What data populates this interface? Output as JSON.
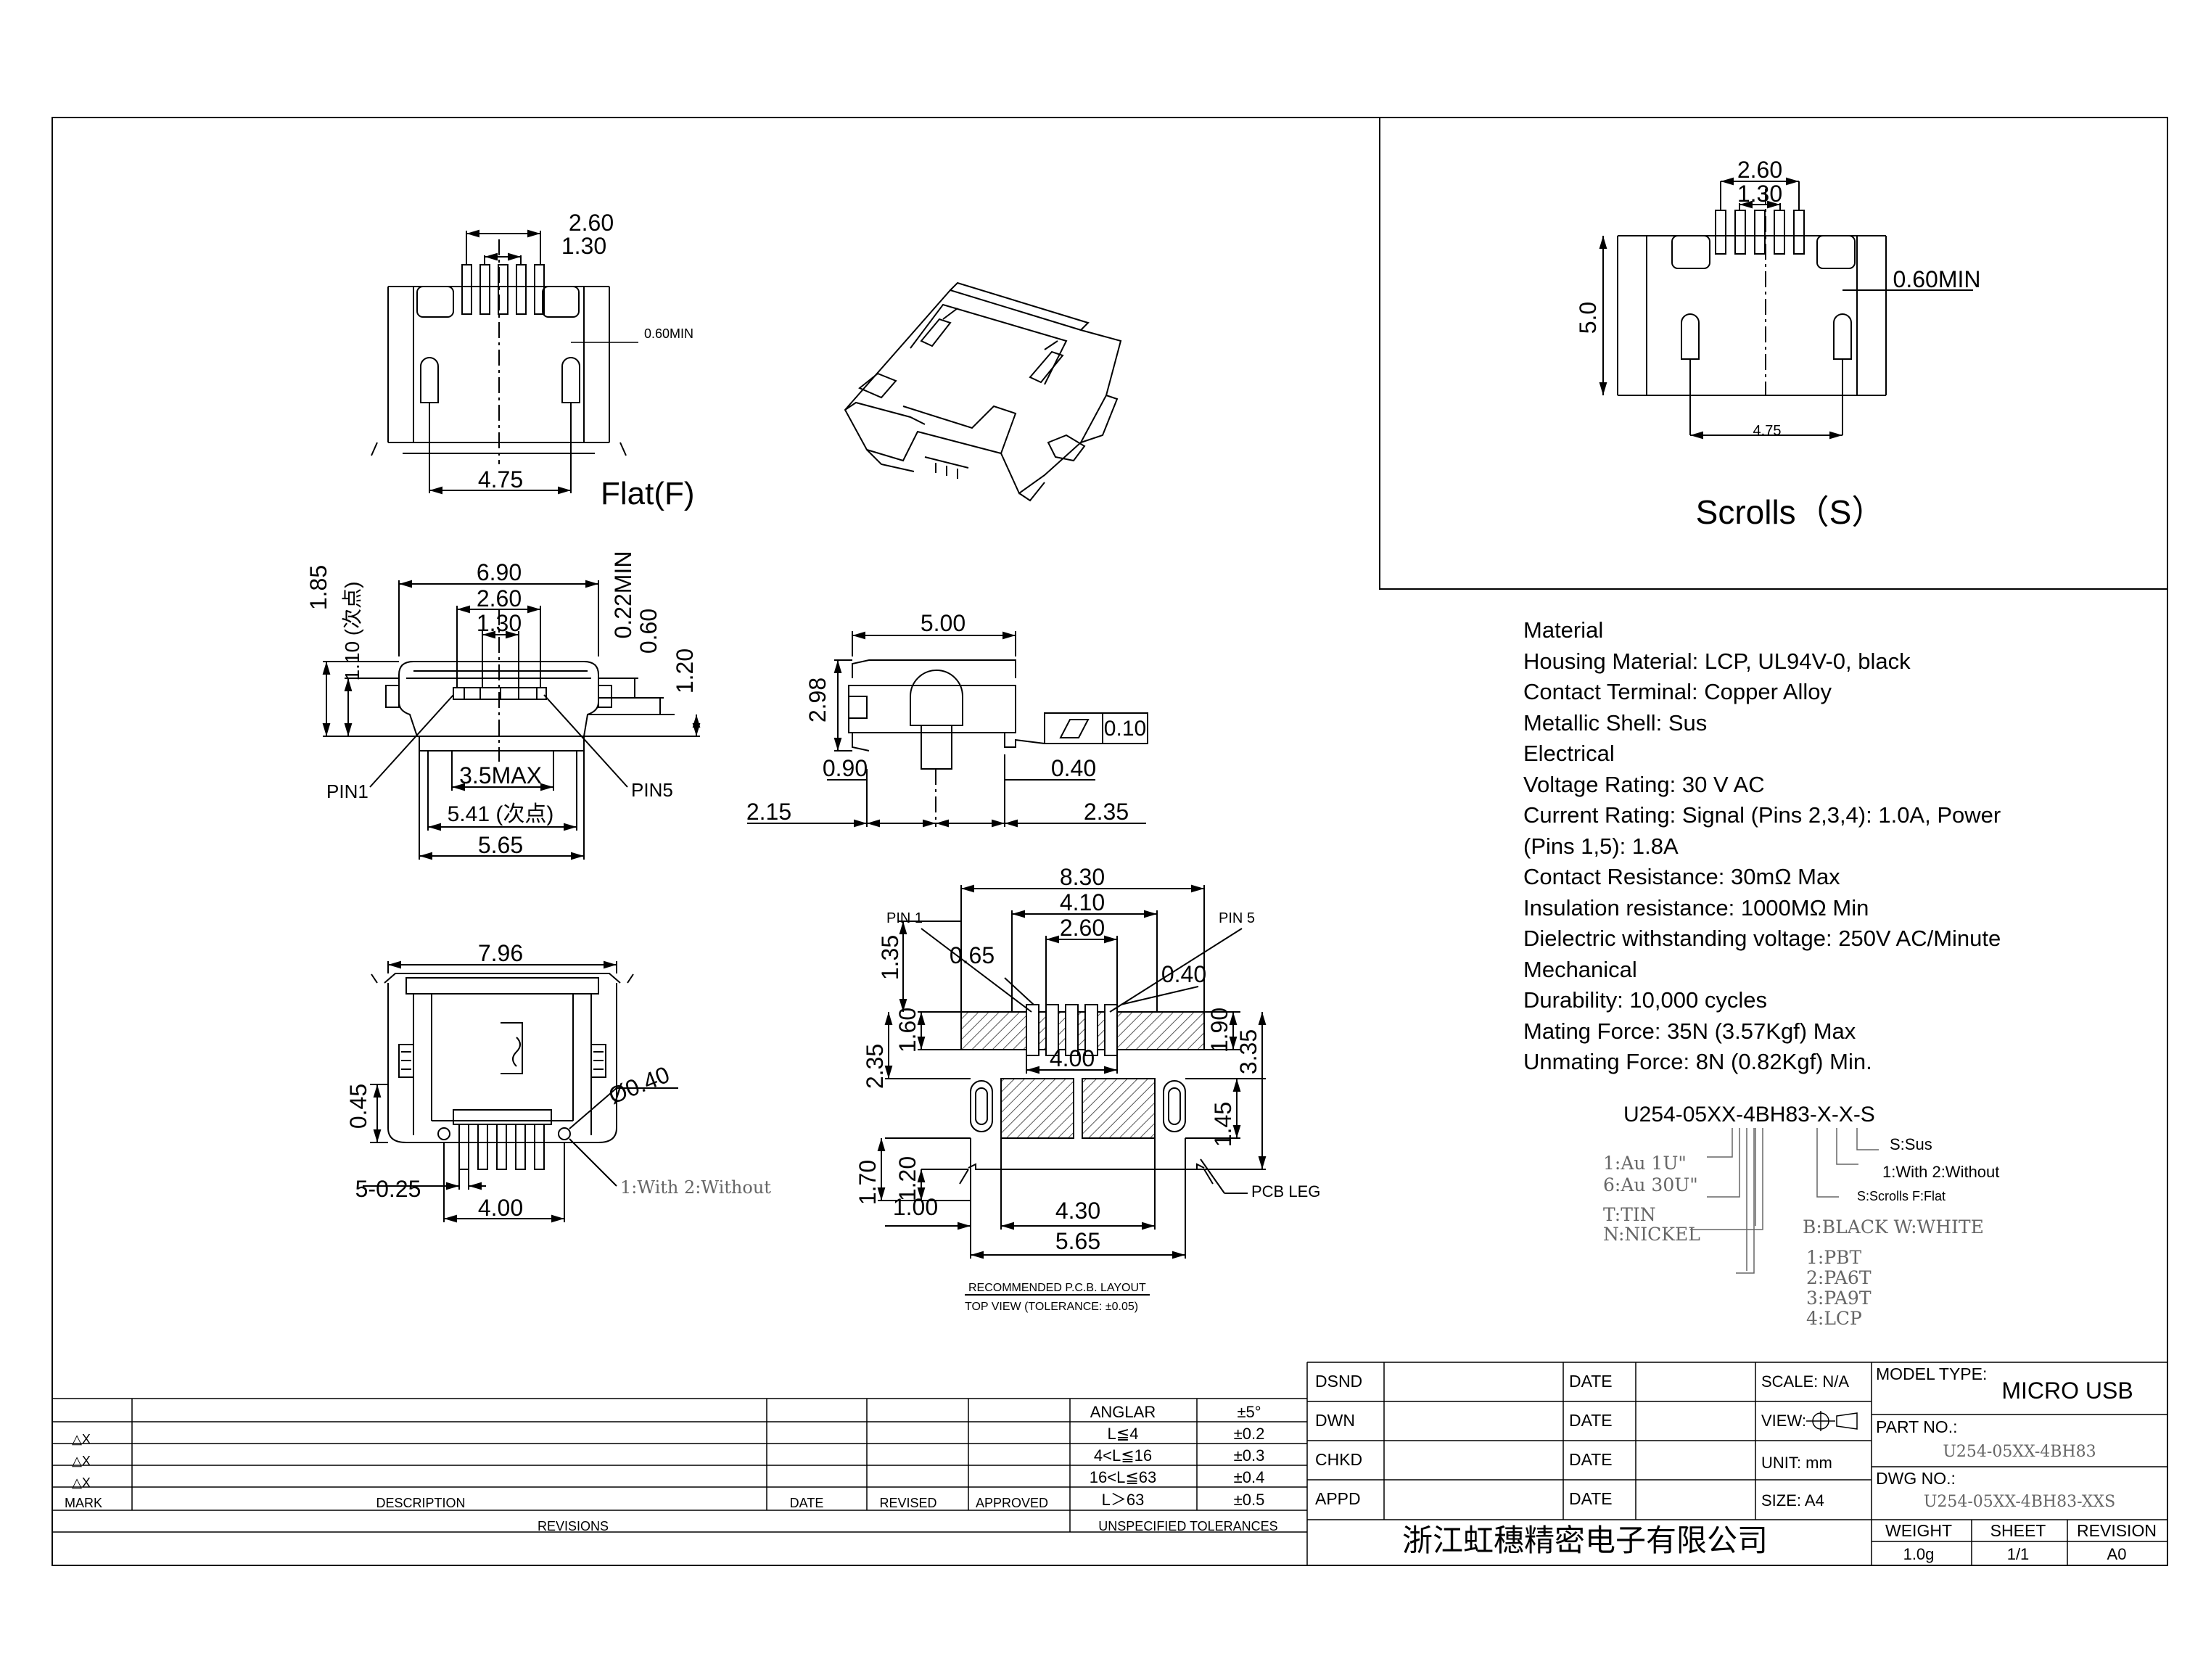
{
  "views": {
    "flat": {
      "label": "Flat(F)",
      "dims": {
        "w260": "2.60",
        "w130": "1.30",
        "min": "0.60MIN",
        "w475": "4.75"
      }
    },
    "scrolls": {
      "label": "Scrolls（S）",
      "dims": {
        "w260": "2.60",
        "w130": "1.30",
        "min": "0.60MIN",
        "h50": "5.0",
        "w475": "4.75"
      }
    },
    "front": {
      "dims": {
        "w690": "6.90",
        "w260": "2.60",
        "w130": "1.30",
        "h185": "1.85",
        "h110": "1.10 (次点)",
        "h022": "0.22MIN",
        "h060": "0.60",
        "h120": "1.20",
        "w35": "3.5MAX",
        "w541": "5.41 (次点)",
        "w565": "5.65",
        "pin1": "PIN1",
        "pin5": "PIN5"
      }
    },
    "side": {
      "dims": {
        "w500": "5.00",
        "h298": "2.98",
        "w090": "0.90",
        "w040": "0.40",
        "w215": "2.15",
        "w235": "2.35",
        "tol": "0.10"
      }
    },
    "bottom": {
      "dims": {
        "w796": "7.96",
        "h045": "0.45",
        "dia": "Ø0.40",
        "pitch": "5-0.25",
        "w400": "4.00",
        "note": "1:With 2:Without"
      }
    },
    "pcb": {
      "dims": {
        "w830": "8.30",
        "w410": "4.10",
        "w260": "2.60",
        "w065": "0.65",
        "w040": "0.40",
        "h135": "1.35",
        "h160": "1.60",
        "h190": "1.90",
        "w400": "4.00",
        "h235": "2.35",
        "h335": "3.35",
        "h145": "1.45",
        "h170": "1.70",
        "h120": "1.20",
        "w100": "1.00",
        "w430": "4.30",
        "w565": "5.65",
        "pin1": "PIN 1",
        "pin5": "PIN 5",
        "leg": "PCB LEG"
      },
      "caption1": "RECOMMENDED P.C.B. LAYOUT",
      "caption2": "TOP VIEW (TOLERANCE: ±0.05)"
    }
  },
  "spec_lines": [
    "Material",
    "Housing Material: LCP, UL94V-0, black",
    "Contact Terminal: Copper Alloy",
    "Metallic Shell: Sus",
    "Electrical",
    "Voltage Rating: 30 V AC",
    "Current Rating: Signal (Pins 2,3,4): 1.0A, Power",
    "(Pins 1,5): 1.8A",
    "Contact Resistance: 30mΩ Max",
    "Insulation resistance: 1000MΩ Min",
    "Dielectric withstanding voltage: 250V AC/Minute",
    "Mechanical",
    "Durability: 10,000 cycles",
    "Mating Force: 35N (3.57Kgf) Max",
    "Unmating Force: 8N (0.82Kgf) Min."
  ],
  "part_code": {
    "code": "U254-05XX-4BH83-X-X-S",
    "s_opt": "S:Sus",
    "with_opt": "1:With  2:Without",
    "scroll_opt": "S:Scrolls  F:Flat",
    "color_opt": "B:BLACK  W:WHITE",
    "plating1": "1:Au 1U\"",
    "plating2": "6:Au 30U\"",
    "tin1": "T:TIN",
    "tin2": "N:NICKEL",
    "mat1": "1:PBT",
    "mat2": "2:PA6T",
    "mat3": "3:PA9T",
    "mat4": "4:LCP"
  },
  "revisions": {
    "mark_rows": [
      "△X",
      "△X",
      "△X"
    ],
    "headers": {
      "mark": "MARK",
      "description": "DESCRIPTION",
      "date": "DATE",
      "revised": "REVISED",
      "approved": "APPROVED"
    },
    "footer": "REVISIONS"
  },
  "tolerances": {
    "rows": [
      {
        "label": "ANGLAR",
        "value": "±5°"
      },
      {
        "label": "L≦4",
        "value": "±0.2"
      },
      {
        "label": "4<L≦16",
        "value": "±0.3"
      },
      {
        "label": "16<L≦63",
        "value": "±0.4"
      },
      {
        "label": "L＞63",
        "value": "±0.5"
      }
    ],
    "footer": "UNSPECIFIED TOLERANCES"
  },
  "title_block": {
    "dsnd": "DSND",
    "dwn": "DWN",
    "chkd": "CHKD",
    "appd": "APPD",
    "date": "DATE",
    "scale": "SCALE: N/A",
    "view": "VIEW:",
    "unit": "UNIT: mm",
    "size": "SIZE: A4",
    "company": "浙江虹穗精密电子有限公司",
    "model_type_label": "MODEL TYPE:",
    "model_type": "MICRO USB",
    "part_no_label": "PART NO.:",
    "part_no": "U254-05XX-4BH83",
    "dwg_no_label": "DWG NO.:",
    "dwg_no": "U254-05XX-4BH83-XXS",
    "weight_label": "WEIGHT",
    "weight": "1.0g",
    "sheet_label": "SHEET",
    "sheet": "1/1",
    "revision_label": "REVISION",
    "revision": "A0"
  }
}
